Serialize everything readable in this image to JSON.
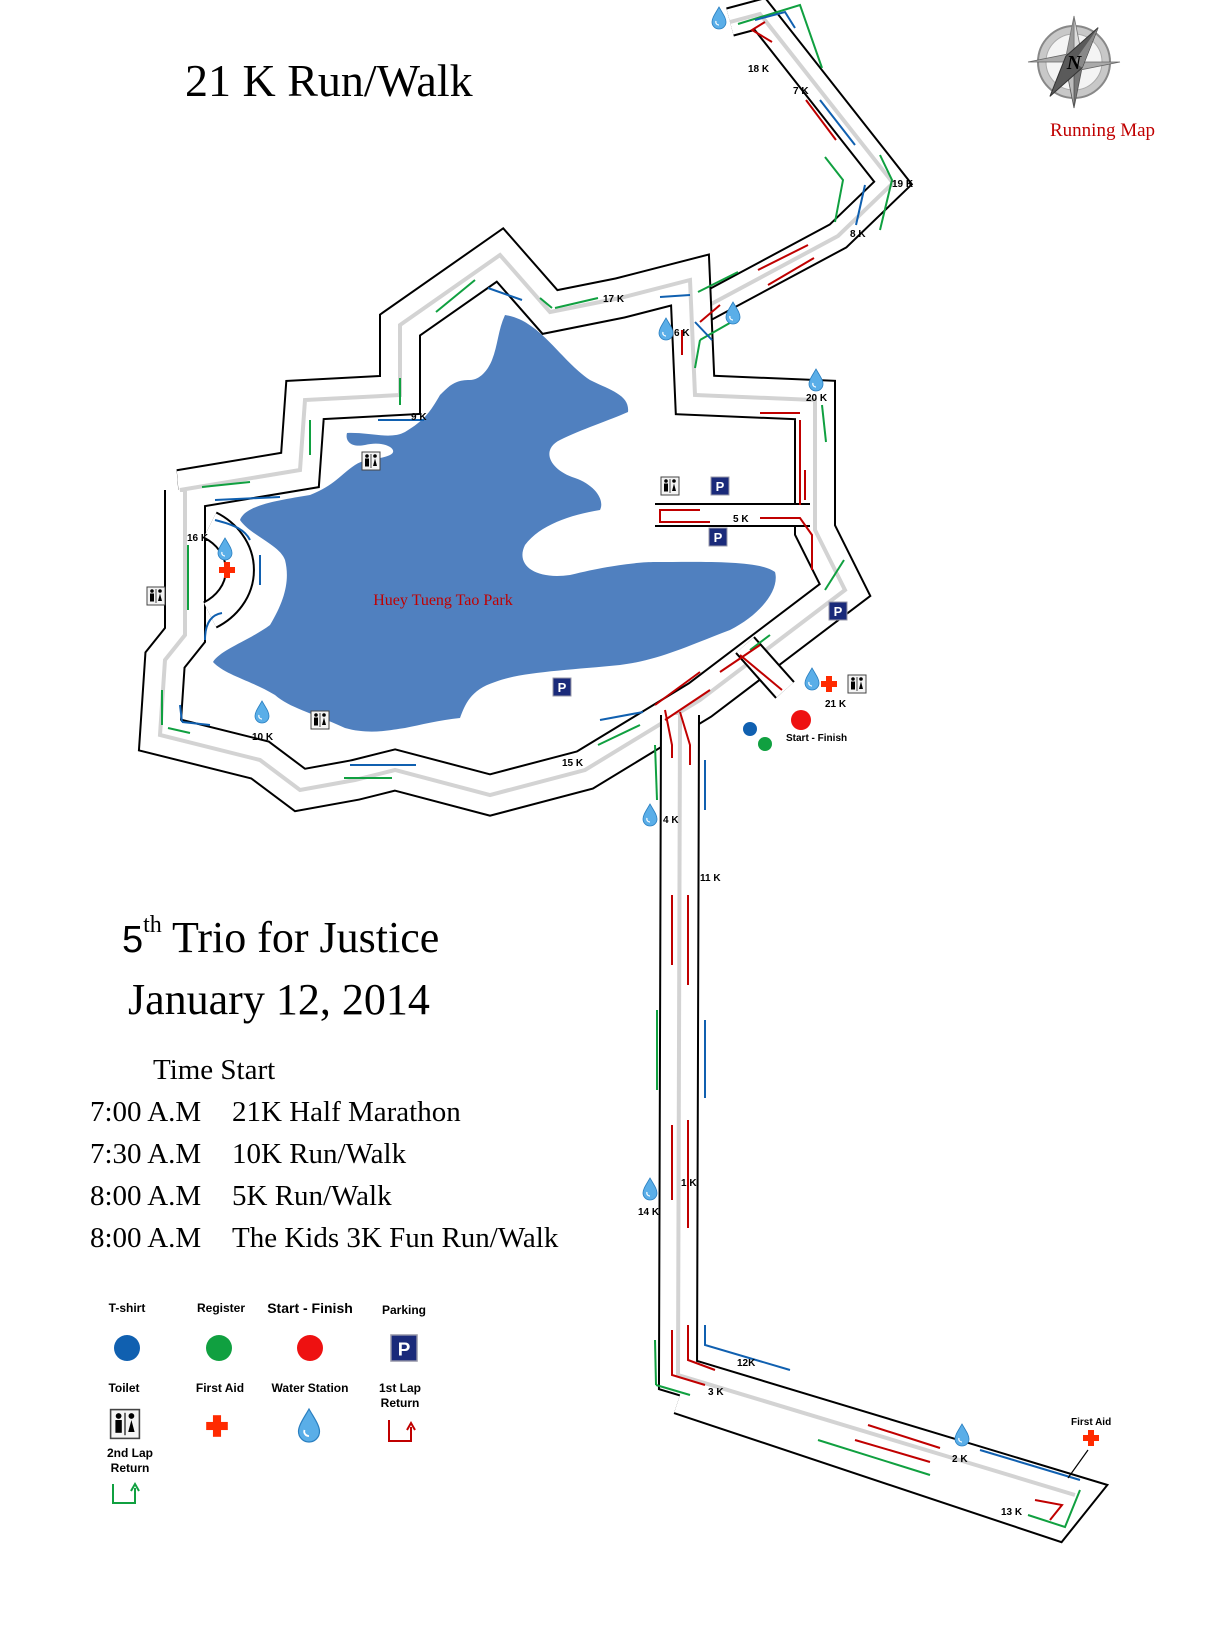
{
  "header": {
    "title": "21 K Run/Walk",
    "compass_label": "Running Map",
    "compass_letter": "N"
  },
  "event": {
    "edition_number": "5",
    "edition_suffix": "th",
    "edition_name": "Trio for Justice",
    "date": "January 12, 2014"
  },
  "schedule": {
    "heading": "Time Start",
    "items": [
      {
        "time": "7:00 A.M",
        "name": "21K Half Marathon"
      },
      {
        "time": "7:30 A.M",
        "name": "10K Run/Walk"
      },
      {
        "time": "8:00 A.M",
        "name": "5K Run/Walk"
      },
      {
        "time": "8:00 A.M",
        "name": "The Kids 3K Fun Run/Walk"
      }
    ]
  },
  "map": {
    "park_name": "Huey Tueng Tao Park",
    "start_finish": "Start - Finish",
    "first_aid_label": "First Aid",
    "parking_letter": "P",
    "km_markers": [
      "1 K",
      "2 K",
      "3 K",
      "4 K",
      "5 K",
      "6 K",
      "7 K",
      "8 K",
      "9 K",
      "10 K",
      "11 K",
      "12K",
      "13 K",
      "14 K",
      "15 K",
      "16 K",
      "17 K",
      "18 K",
      "19 K",
      "20 K",
      "21 K"
    ]
  },
  "legend": {
    "tshirt": "T-shirt",
    "register": "Register",
    "start_finish": "Start - Finish",
    "parking": "Parking",
    "toilet": "Toilet",
    "first_aid": "First Aid",
    "water_station": "Water Station",
    "first_lap_1": "1st Lap",
    "first_lap_2": "Return",
    "second_lap_1": "2nd Lap",
    "second_lap_2": "Return"
  },
  "colors": {
    "lake": "#5080bf",
    "red": "#c00000",
    "green": "#10a040",
    "blue": "#1060b0",
    "water": "#5aaee8",
    "parking": "#1a2a7a",
    "first_aid": "#ff2a00"
  }
}
